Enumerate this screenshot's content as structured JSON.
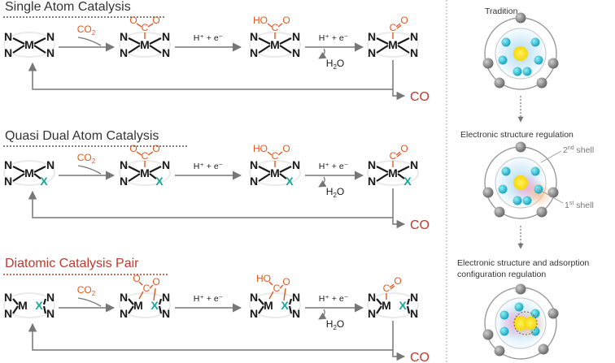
{
  "titles": {
    "single": "Single Atom Catalysis",
    "quasi": "Quasi Dual Atom Catalysis",
    "diatomic": "Diatomic Catalysis Pair"
  },
  "atoms": {
    "N": "N",
    "M": "M",
    "X": "X",
    "C": "C",
    "O": "O",
    "HO": "HO"
  },
  "reagents": {
    "co2_main": "CO",
    "co2_sub": "2",
    "proton_electron": "H⁺ + e⁻",
    "h2o_main": "H",
    "h2o_sub": "2",
    "h2o_end": "O",
    "product": "CO"
  },
  "right_panel": {
    "tradition": "Tradition",
    "electronic": "Electronic structure regulation",
    "adsorption_line1": "Electronic structure and adsorption",
    "adsorption_line2": "configuration regulation",
    "shell2": "2nd shell",
    "shell1": "1st shell"
  },
  "colors": {
    "dark": "#1a1a1a",
    "orange": "#e2591f",
    "teal": "#1aa59a",
    "red": "#c0392b",
    "arrow": "#777777",
    "ellipse": "#eaeaea"
  }
}
